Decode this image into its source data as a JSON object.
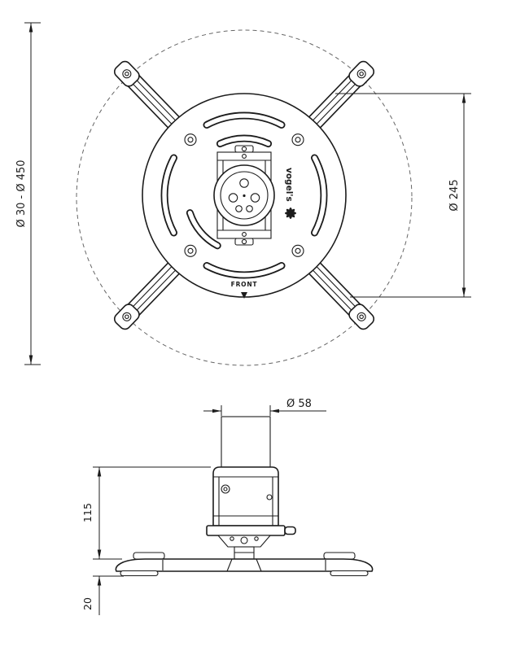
{
  "colors": {
    "background": "#ffffff",
    "line": "#1c1c1c",
    "dashed_circle": "#666666"
  },
  "top_view": {
    "dim_range": "Ø 30 - Ø 450",
    "dim_plate": "Ø 245",
    "front": "FRONT",
    "brand": "vogel's"
  },
  "side_view": {
    "dim_pole": "Ø 58",
    "dim_height": "115",
    "dim_base_thickness": "20"
  }
}
